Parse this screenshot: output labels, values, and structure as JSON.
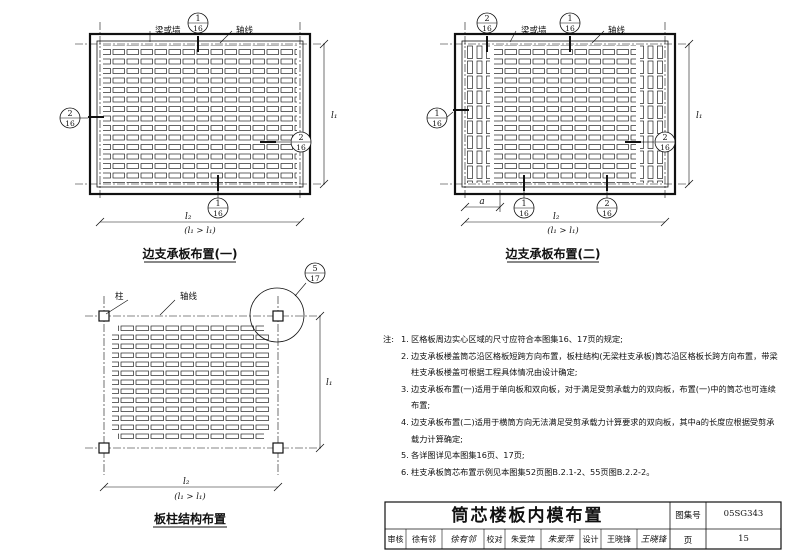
{
  "diagrams": {
    "top_left": {
      "caption": "边支承板布置(一)",
      "beam_label": "梁或墙",
      "axis_label": "轴线",
      "dim_l1": "l₁",
      "dim_l2": "l₂",
      "dim_condition": "(l₁ > l₁)",
      "sections": {
        "top": {
          "num": "1",
          "den": "16"
        },
        "left": {
          "num": "2",
          "den": "16"
        },
        "right": {
          "num": "2",
          "den": "16"
        },
        "bottom": {
          "num": "1",
          "den": "16"
        }
      }
    },
    "top_right": {
      "caption": "边支承板布置(二)",
      "beam_label": "梁或墙",
      "axis_label": "轴线",
      "dim_a": "a",
      "dim_l1": "l₁",
      "dim_l2": "l₂",
      "dim_condition": "(l₁ > l₁)",
      "sections": {
        "top_left": {
          "num": "2",
          "den": "16"
        },
        "top": {
          "num": "1",
          "den": "16"
        },
        "left": {
          "num": "1",
          "den": "16"
        },
        "right": {
          "num": "2",
          "den": "16"
        },
        "bottom_left": {
          "num": "1",
          "den": "16"
        },
        "bottom_right": {
          "num": "2",
          "den": "16"
        }
      }
    },
    "bottom_left": {
      "caption": "板柱结构布置",
      "column_label": "柱",
      "axis_label": "轴线",
      "dim_l1": "l₁",
      "dim_l2": "l₂",
      "dim_condition": "(l₁ > l₁)",
      "detail": {
        "num": "5",
        "den": "17"
      }
    }
  },
  "notes": {
    "label": "注:",
    "items": [
      {
        "n": "1.",
        "text": "区格板周边实心区域的尺寸应符合本图集16、17页的规定;"
      },
      {
        "n": "2.",
        "text": "边支承板楼盖筒芯沿区格板短跨方向布置，板柱结构(无梁柱支承板)筒芯沿区格板长跨方向布置，带梁柱支承板楼盖可根据工程具体情况由设计确定;"
      },
      {
        "n": "3.",
        "text": "边支承板布置(一)适用于单向板和双向板，对于满足受剪承载力的双向板，布置(一)中的筒芯也可连续布置;"
      },
      {
        "n": "4.",
        "text": "边支承板布置(二)适用于横筒方向无法满足受剪承载力计算要求的双向板，其中a的长度应根据受剪承载力计算确定;"
      },
      {
        "n": "5.",
        "text": "各详图详见本图集16页、17页;"
      },
      {
        "n": "6.",
        "text": "柱支承板筒芯布置示例见本图集52页图B.2.1-2、55页图B.2.2-2。"
      }
    ]
  },
  "title_block": {
    "title": "筒芯楼板内模布置",
    "atlas_label": "图集号",
    "atlas_no": "05SG343",
    "review_label": "审核",
    "review_name": "徐有邻",
    "review_sign": "徐有邻",
    "check_label": "校对",
    "check_name": "朱爱萍",
    "check_sign": "朱爱萍",
    "design_label": "设计",
    "design_name": "王晓锋",
    "design_sign": "王晓锋",
    "page_label": "页",
    "page_no": "15"
  }
}
